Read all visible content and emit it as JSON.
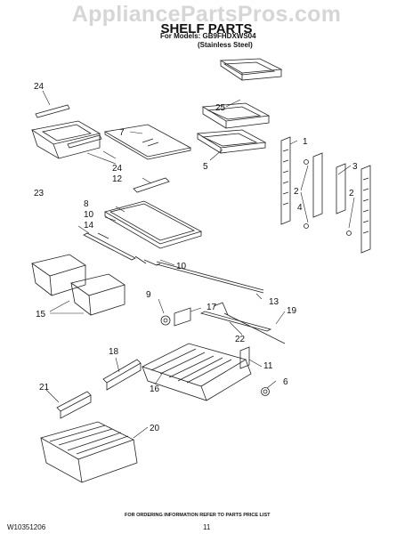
{
  "watermark": "AppliancePartsPros.com",
  "header": {
    "title": "SHELF PARTS",
    "models_line": "For Models: GB9FHDXWS04",
    "finish_line": "(Stainless Steel)"
  },
  "footer": {
    "ordering_note": "FOR ORDERING INFORMATION REFER TO PARTS PRICE LIST",
    "document_number": "W10351206",
    "page_number": "11"
  },
  "callouts": {
    "c1": "1",
    "c2a": "2",
    "c2b": "2",
    "c3": "3",
    "c4": "4",
    "c5": "5",
    "c6": "6",
    "c7": "7",
    "c8": "8",
    "c9": "9",
    "c10a": "10",
    "c10b": "10",
    "c11": "11",
    "c12": "12",
    "c13": "13",
    "c14": "14",
    "c15": "15",
    "c16": "16",
    "c17": "17",
    "c18": "18",
    "c19": "19",
    "c20": "20",
    "c21": "21",
    "c22": "22",
    "c23": "23",
    "c24a": "24",
    "c24b": "24",
    "c25": "25"
  }
}
